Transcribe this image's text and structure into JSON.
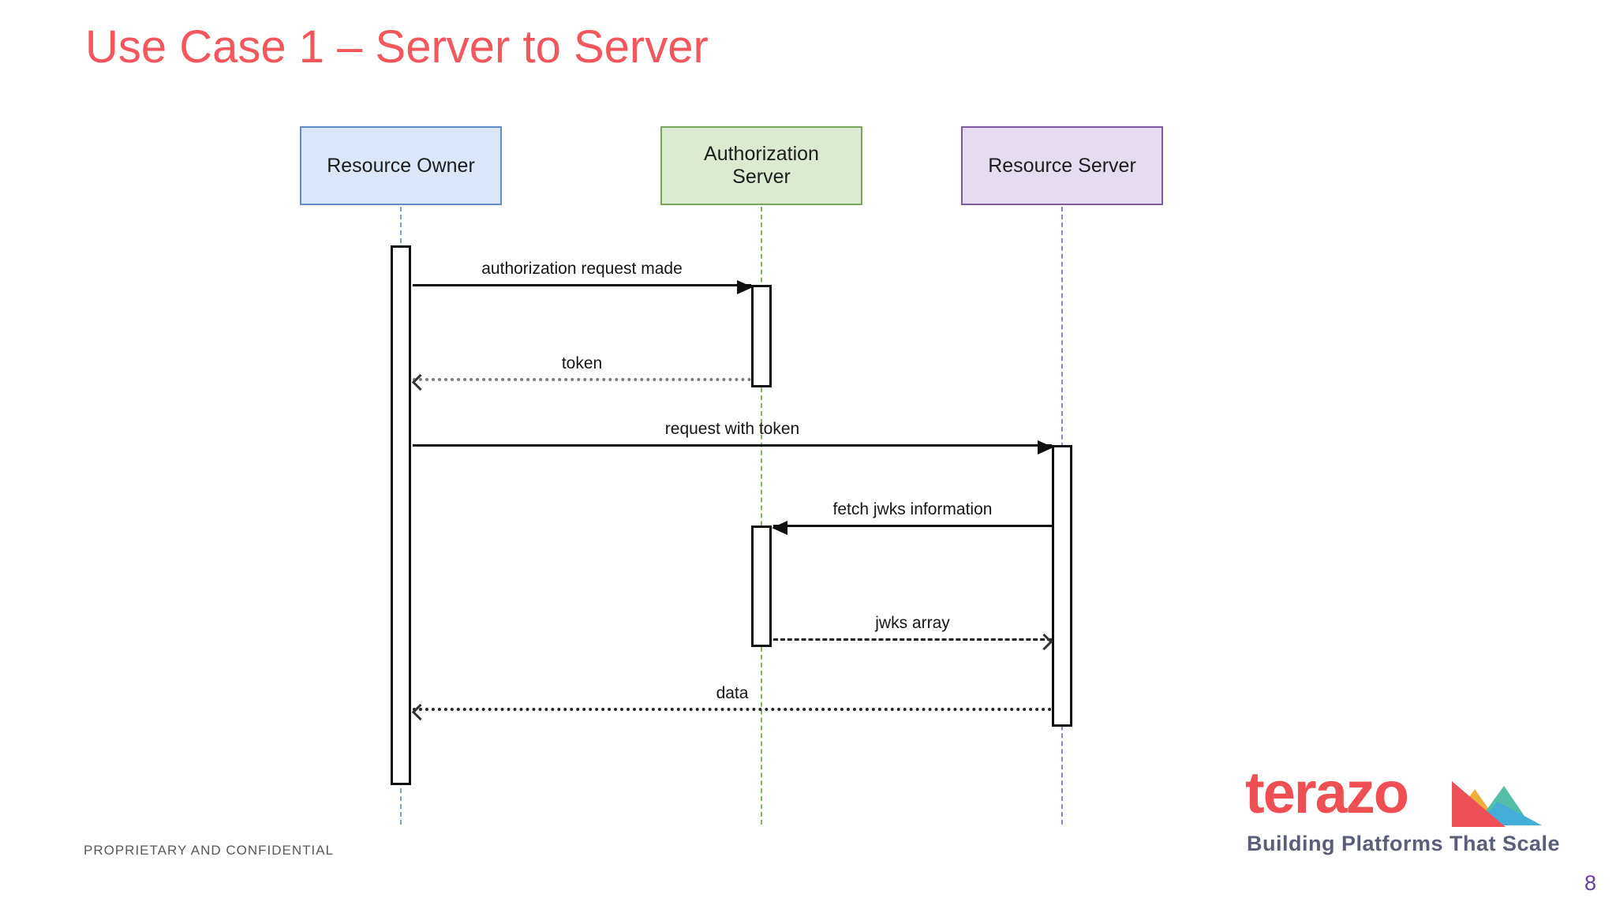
{
  "slide": {
    "title": "Use Case 1 – Server to Server",
    "footer": "PROPRIETARY AND CONFIDENTIAL",
    "page_number": "8",
    "title_color": "#f4575b",
    "background_color": "#ffffff"
  },
  "diagram": {
    "type": "sequence",
    "actors": [
      {
        "name": "Resource Owner",
        "fill": "#dbe7f8",
        "border": "#638cc7",
        "lifeline_color": "#7f9dd1"
      },
      {
        "name": "Authorization Server",
        "fill": "#dcead2",
        "border": "#78a65e",
        "lifeline_color": "#85b75f"
      },
      {
        "name": "Resource Server",
        "fill": "#e5dcef",
        "border": "#7e5ba0",
        "lifeline_color": "#9583c6"
      }
    ],
    "messages": [
      {
        "label": "authorization request made",
        "from": "Resource Owner",
        "to": "Authorization Server",
        "line": "solid",
        "arrowhead": "filled",
        "direction": "right"
      },
      {
        "label": "token",
        "from": "Authorization Server",
        "to": "Resource Owner",
        "line": "dotted",
        "arrowhead": "open",
        "direction": "left"
      },
      {
        "label": "request with token",
        "from": "Resource Owner",
        "to": "Resource Server",
        "line": "solid",
        "arrowhead": "filled",
        "direction": "right"
      },
      {
        "label": "fetch jwks information",
        "from": "Resource Server",
        "to": "Authorization Server",
        "line": "solid",
        "arrowhead": "filled",
        "direction": "left"
      },
      {
        "label": "jwks array",
        "from": "Authorization Server",
        "to": "Resource Server",
        "line": "dashed",
        "arrowhead": "open",
        "direction": "right"
      },
      {
        "label": "data",
        "from": "Resource Server",
        "to": "Resource Owner",
        "line": "dotted",
        "arrowhead": "open",
        "direction": "left"
      }
    ]
  },
  "logo": {
    "brand": "terazo",
    "tagline": "Building Platforms That Scale",
    "brand_color": "#ef4e52",
    "tagline_color": "#5a5e79",
    "mountain_colors": {
      "red": "#ee5057",
      "orange": "#efaf3c",
      "teal": "#52bfa6",
      "blue": "#43aed8"
    }
  }
}
